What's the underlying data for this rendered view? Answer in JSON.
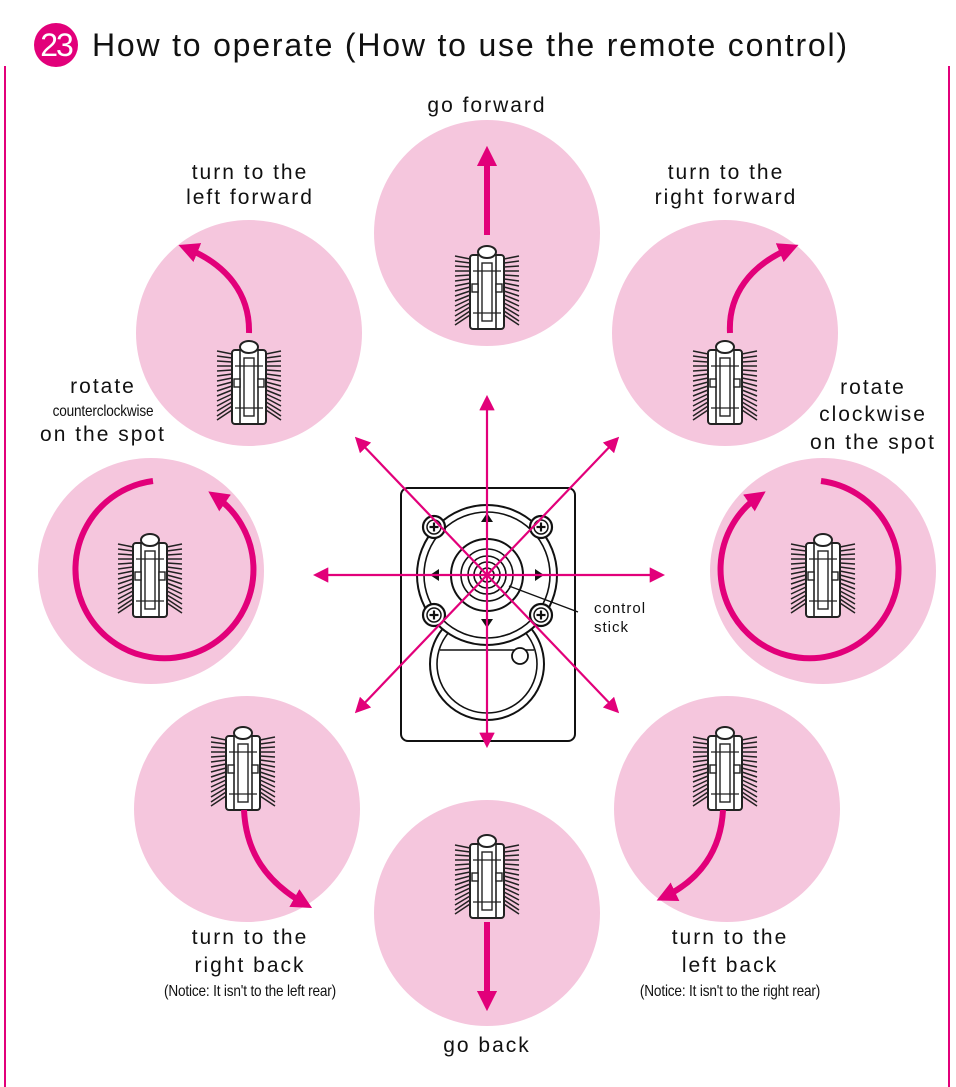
{
  "header": {
    "step_number": "23",
    "title": "How to operate (How to use the remote control)"
  },
  "colors": {
    "accent": "#e2007a",
    "circle_fill": "#f5c6dd",
    "line": "#111111"
  },
  "labels": {
    "go_forward": "go forward",
    "left_forward_1": "turn to the",
    "left_forward_2": "left forward",
    "right_forward_1": "turn to the",
    "right_forward_2": "right forward",
    "ccw_1": "rotate",
    "ccw_2": "counterclockwise",
    "ccw_3": "on the spot",
    "cw_1": "rotate",
    "cw_2": "clockwise",
    "cw_3": "on the spot",
    "right_back_1": "turn to the",
    "right_back_2": "right back",
    "right_back_note": "(Notice: It isn't to the left rear)",
    "left_back_1": "turn to the",
    "left_back_2": "left back",
    "left_back_note": "(Notice: It isn't to the right rear)",
    "go_back": "go back",
    "control_stick_1": "control",
    "control_stick_2": "stick"
  },
  "icons": {
    "robot": "robot-top-view-icon",
    "arrow": "arrow-icon",
    "screw": "screw-icon",
    "controller": "remote-controller-icon"
  }
}
